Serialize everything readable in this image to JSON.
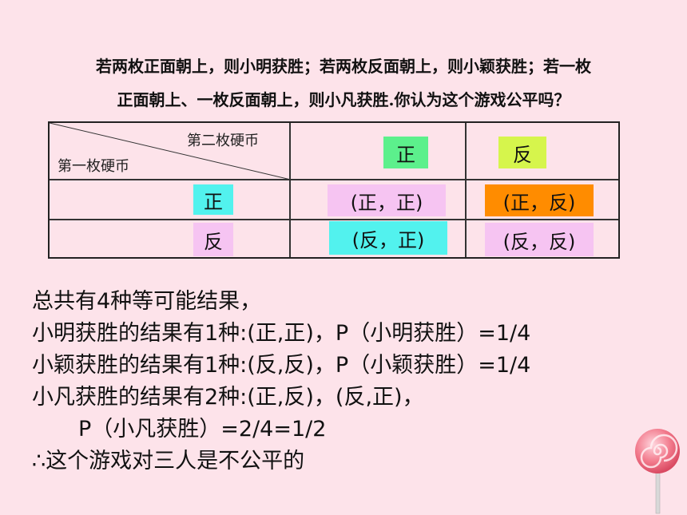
{
  "question": {
    "line1": "若两枚正面朝上，则小明获胜；若两枚反面朝上，则小颖获胜；若一枚",
    "line2": "正面朝上、一枚反面朝上，则小凡获胜.你认为这个游戏公平吗？"
  },
  "table": {
    "second_coin_label": "第二枚硬币",
    "first_coin_label": "第一枚硬币",
    "col_heads": [
      "正",
      "反"
    ],
    "row_heads": [
      "正",
      "反"
    ],
    "cells": [
      [
        "(正，正)",
        "(正，反)"
      ],
      [
        "(反，正)",
        "(反，反)"
      ]
    ]
  },
  "summary": {
    "line1": "总共有4种等可能结果，",
    "line2": "小明获胜的结果有1种:(正,正)，P（小明获胜）=1/4",
    "line3": "小颖获胜的结果有1种:(反,反)，P（小颖获胜）=1/4",
    "line4": "小凡获胜的结果有2种:(正,反)，(反,正)，",
    "line5": "P（小凡获胜）=2/4=1/2",
    "line6": "∴这个游戏对三人是不公平的"
  },
  "colors": {
    "background": "#fde3ea",
    "green_tag": "#5cf08c",
    "yellow_tag": "#d6f54c",
    "cyan_tag": "#52f2ee",
    "pink_tag": "#f6c4f2",
    "orange_tag": "#ff8c00"
  }
}
